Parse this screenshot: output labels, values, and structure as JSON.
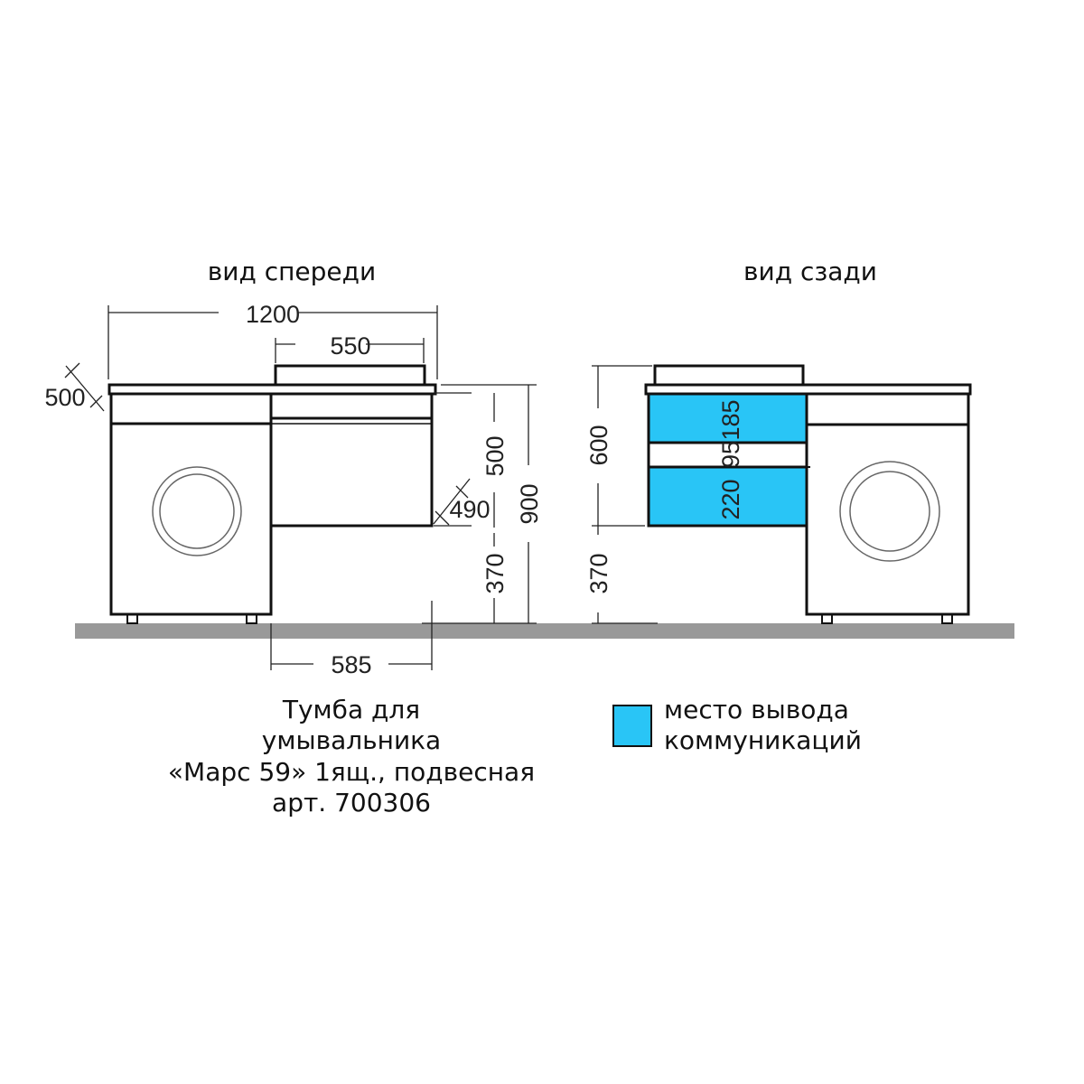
{
  "headings": {
    "front": "вид спереди",
    "back": "вид сзади"
  },
  "front_dims": {
    "total_width": "1200",
    "basin_width": "550",
    "depth_left": "500",
    "drawer_height": "500",
    "depth_right": "490",
    "total_height": "900",
    "leg_height": "370",
    "cabinet_width": "585"
  },
  "back_dims": {
    "upper_height": "600",
    "leg_height": "370",
    "zone_top": "185",
    "zone_mid": "95",
    "zone_bottom": "220"
  },
  "title": {
    "line1": "Тумба для",
    "line2": "умывальника",
    "line3": "«Марс 59» 1ящ., подвесная",
    "line4": "арт. 700306"
  },
  "legend": {
    "line1": "место вывода",
    "line2": "коммуникаций",
    "color": "#29c5f6"
  },
  "colors": {
    "floor": "#999999",
    "communication": "#29c5f6"
  }
}
